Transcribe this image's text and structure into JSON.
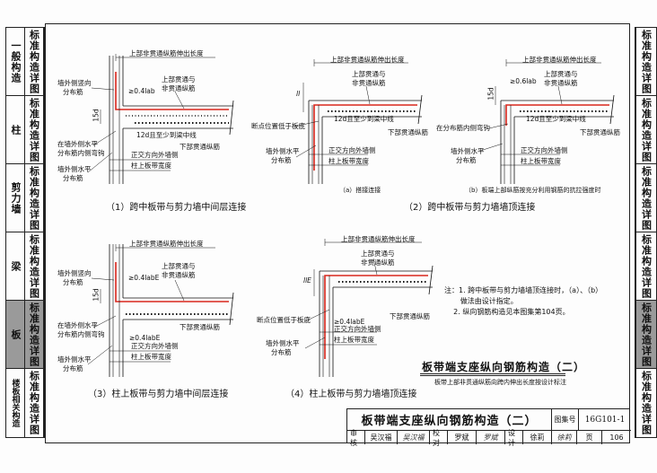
{
  "left_tabs": [
    {
      "name": "一般构造",
      "kind": "标准构造详图",
      "active": false
    },
    {
      "name": "柱",
      "kind": "标准构造详图",
      "active": false
    },
    {
      "name": "剪力墙",
      "kind": "标准构造详图",
      "active": false
    },
    {
      "name": "梁",
      "kind": "标准构造详图",
      "active": false
    },
    {
      "name": "板",
      "kind": "标准构造详图",
      "active": true
    },
    {
      "name": "楼板相关构造",
      "kind": "标准构造详图",
      "active": false
    }
  ],
  "right_tabs": [
    {
      "kind": "标准构造详图",
      "active": false
    },
    {
      "kind": "标准构造详图",
      "active": false
    },
    {
      "kind": "标准构造详图",
      "active": false
    },
    {
      "kind": "标准构造详图",
      "active": false
    },
    {
      "kind": "标准构造详图",
      "active": true
    },
    {
      "kind": "标准构造详图",
      "active": false
    }
  ],
  "fig1": {
    "caption": "（1）跨中板带与剪力墙中间层连接",
    "top_label": "上部非贯通纵筋伸出长度",
    "l1": "墙外侧竖向",
    "l1b": "分布筋",
    "anchor": "≥0.4lab",
    "l2": "上部贯通与",
    "l2b": "非贯通纵筋",
    "d15": "15d",
    "l3": "12d且至少到梁中线",
    "l4": "在墙外侧水平",
    "l4b": "分布筋内侧弯钩",
    "l5": "下部贯通纵筋",
    "l6": "墙外侧水平",
    "l6b": "分布筋",
    "l7": "正交方向外墙侧",
    "l8": "柱上板带宽度"
  },
  "fig2": {
    "caption": "（2）跨中板带与剪力墙墙顶连接",
    "sub_a": "（a）搭接连接",
    "sub_b": "（b）板端上部纵筋按充分利用钢筋的抗拉强度时",
    "top_a": "上部非贯通纵筋伸出长度",
    "top_b": "上部非贯通纵筋伸出长度",
    "l1": "上部贯通与",
    "l1b": "非贯通纵筋",
    "l1_b": "上部贯通与",
    "l1b_b": "非贯通纵筋",
    "ll": "ll",
    "anchor_b": "≥0.6lab",
    "d15": "15d",
    "m1": "12d且至少到梁中线",
    "m1_b": "12d且至少到梁中线",
    "m2": "断点位置低于板底",
    "m3": "下部贯通纵筋",
    "m3_b": "下部贯通纵筋",
    "m4": "墙外侧水平",
    "m4b": "分布筋",
    "m5": "正交方向外墙侧",
    "m6": "柱上板带宽度",
    "m5_b": "正交方向外墙侧",
    "m6_b": "柱上板带宽度",
    "n1": "在分布筋内侧弯钩",
    "n2": "墙外侧水平",
    "n2b": "分布筋"
  },
  "fig3": {
    "caption": "（3）柱上板带与剪力墙中间层连接",
    "top_label": "上部非贯通纵筋伸出长度",
    "l1": "墙外侧竖向",
    "l1b": "分布筋",
    "anchor": "≥0.4labE",
    "l2": "上部贯通与",
    "l2b": "非贯通纵筋",
    "d15": "15d",
    "l3": "下部贯通纵筋",
    "l4": "在墙外侧水平",
    "l4b": "分布筋内侧弯钩",
    "la": "≥0.4labE",
    "l6": "墙外侧水平",
    "l6b": "分布筋",
    "l7": "正交方向外墙侧",
    "l8": "柱上板带宽度"
  },
  "fig4": {
    "caption": "（4）柱上板带与剪力墙墙顶连接",
    "top_label": "上部非贯通纵筋伸出长度",
    "l1": "上部贯通与",
    "l1b": "非贯通纵筋",
    "ll": "llE",
    "m2": "断点位置低于板底",
    "la": "≥0.4labE",
    "m3": "下部贯通纵筋",
    "m4": "墙外侧水平",
    "m4b": "分布筋",
    "m5": "正交方向外墙侧",
    "m6": "柱上板带宽度"
  },
  "notes": [
    "注：1. 跨中板带与剪力墙墙顶连接时，（a）、（b）",
    "       做法由设计指定。",
    "    2. 纵向钢筋构造见本图集第104页。"
  ],
  "main_caption": "板带端支座纵向钢筋构造（二）",
  "main_sub": "板带上部非贯通纵筋向跨内伸出长度按设计标注",
  "title_block": {
    "title": "板带端支座纵向钢筋构造（二）",
    "atlas_label": "图集号",
    "atlas_no": "16G101-1",
    "review_label": "审核",
    "review_name": "吴汉福",
    "review_sig": "吴汉福",
    "check_label": "校对",
    "check_name": "罗斌",
    "check_sig": "罗斌",
    "design_label": "设计",
    "design_name": "徐莉",
    "design_sig": "徐莉",
    "page_label": "页",
    "page_no": "106"
  },
  "colors": {
    "rebar_red": "#d9261c",
    "line": "#111111",
    "tab_active": "#9a9a9a"
  }
}
